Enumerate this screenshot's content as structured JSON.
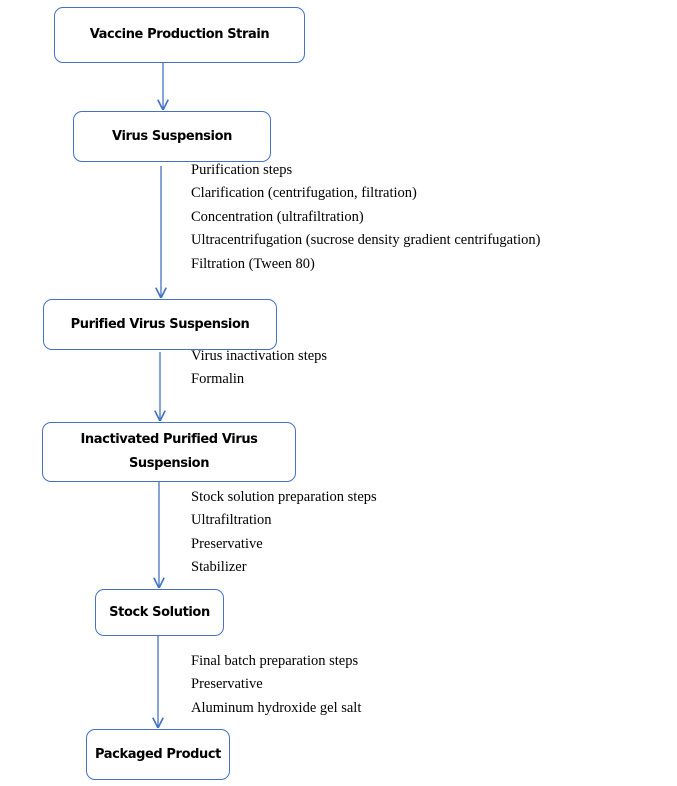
{
  "steps": [
    {
      "label": "Vaccine Production Strain"
    },
    {
      "label": "Virus Suspension"
    },
    {
      "label": "Purified Virus Suspension"
    },
    {
      "label": "Inactivated Purified Virus Suspension"
    },
    {
      "label": "Stock Solution"
    },
    {
      "label": "Packaged Product"
    }
  ],
  "notes": [
    {
      "lines": [
        "Purification steps",
        "Clarification (centrifugation, filtration)",
        "Concentration (ultrafiltration)",
        "Ultracentrifugation (sucrose density gradient centrifugation)",
        "Filtration (Tween 80)"
      ]
    },
    {
      "lines": [
        "Virus inactivation steps",
        "Formalin"
      ]
    },
    {
      "lines": [
        "Stock solution preparation steps",
        "Ultrafiltration",
        "Preservative",
        "Stabilizer"
      ]
    },
    {
      "lines": [
        "Final batch preparation steps",
        "Preservative",
        "Aluminum hydroxide gel salt"
      ]
    }
  ],
  "colors": {
    "box_border": "#4472c4",
    "arrow": "#4472c4",
    "text": "#000000"
  }
}
